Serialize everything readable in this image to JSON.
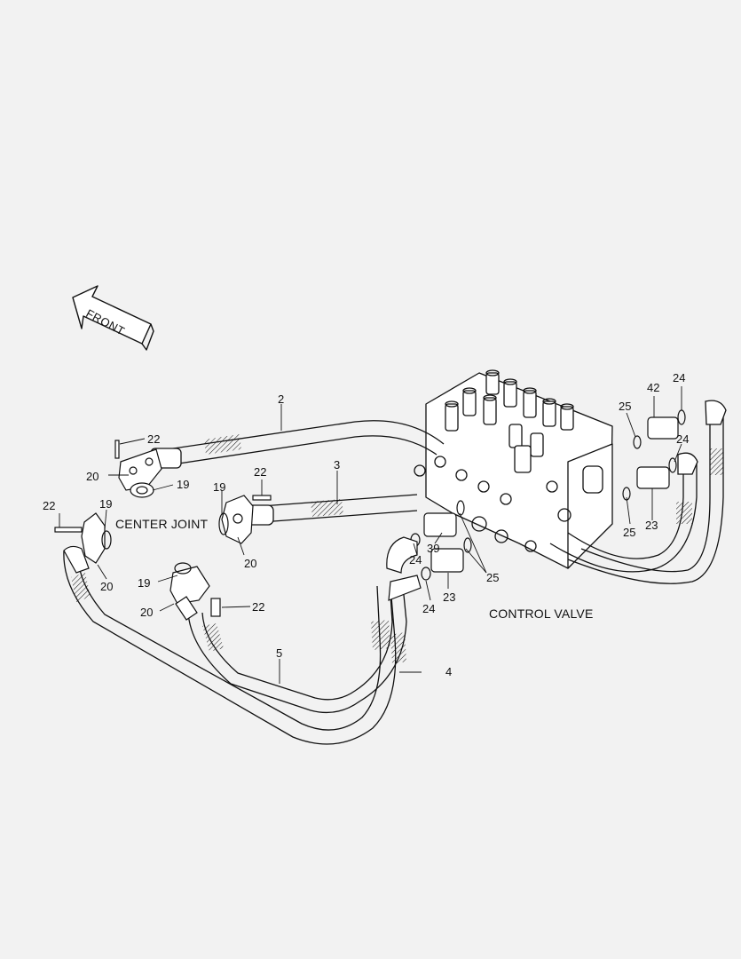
{
  "colors": {
    "background": "#f2f2f2",
    "line": "#111111"
  },
  "front_arrow": {
    "label": "FRONT",
    "icon": "front-direction-arrow-icon"
  },
  "titles": {
    "center_joint": "CENTER JOINT",
    "control_valve": "CONTROL VALVE"
  },
  "callouts": {
    "n2": "2",
    "n3": "3",
    "n4": "4",
    "n5": "5",
    "n42": "42",
    "n24a": "24",
    "n24b": "24",
    "n24c": "24",
    "n24d": "24",
    "n25a": "25",
    "n25b": "25",
    "n25c": "25",
    "n23a": "23",
    "n23b": "23",
    "n39": "39",
    "n22a": "22",
    "n22b": "22",
    "n22c": "22",
    "n22d": "22",
    "n20a": "20",
    "n20b": "20",
    "n20c": "20",
    "n20d": "20",
    "n19a": "19",
    "n19b": "19",
    "n19c": "19",
    "n19d": "19"
  }
}
